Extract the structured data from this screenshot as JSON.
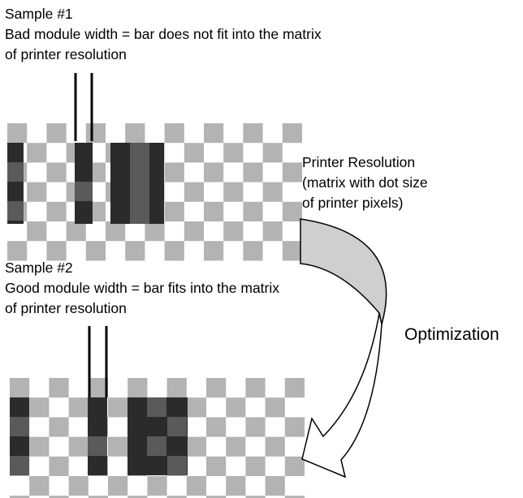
{
  "sample1": {
    "title": "Sample #1",
    "desc_line1": "Bad module width = bar does not fit into the matrix",
    "desc_line2": "of printer resolution"
  },
  "printer_resolution": {
    "line1": "Printer Resolution",
    "line2": "(matrix with dot size",
    "line3": "of printer pixels)"
  },
  "sample2": {
    "title": "Sample #2",
    "desc_line1": "Good module width = bar fits into the matrix",
    "desc_line2": "of printer resolution"
  },
  "optimization_label": "Optimization",
  "colors": {
    "checker_light": "#b3b3b3",
    "bar_dark": "#2b2b2b",
    "bar_mid": "#5a5a5a",
    "arrow_fill": "#cfcfcf",
    "outline": "#000000"
  }
}
